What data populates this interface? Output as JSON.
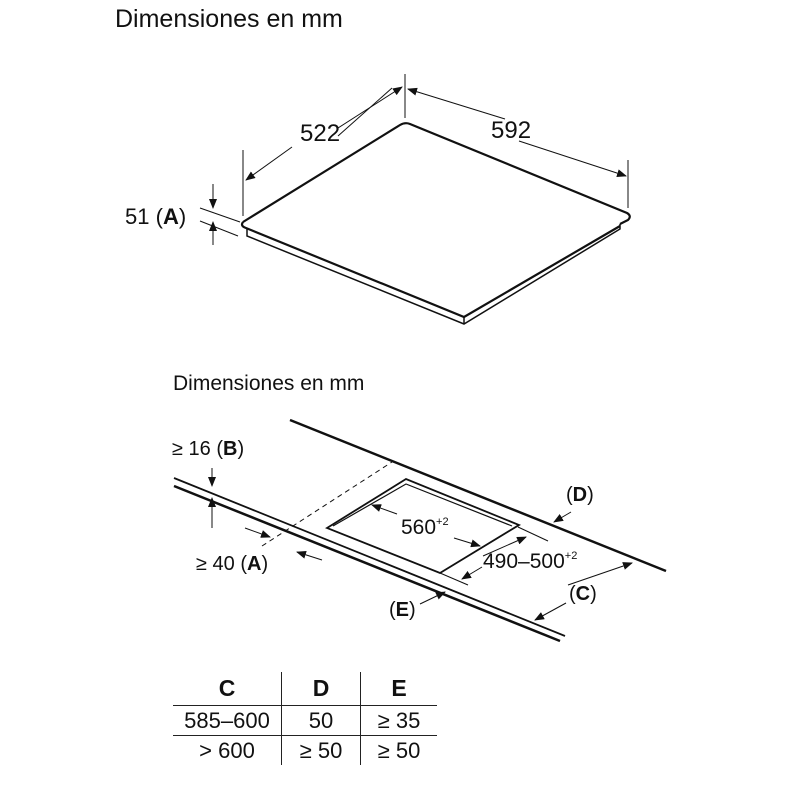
{
  "diagram1": {
    "title": "Dimensiones en mm",
    "depth": "522",
    "width": "592",
    "height": "51",
    "height_label": "A"
  },
  "diagram2": {
    "title": "Dimensiones en mm",
    "worktop_thickness": "≥ 16",
    "worktop_thickness_label": "B",
    "front_clearance": "≥ 40",
    "front_clearance_label": "A",
    "cutout_width": "560",
    "cutout_width_tol": "+2",
    "cutout_depth": "490–500",
    "cutout_depth_tol": "+2",
    "label_c": "C",
    "label_d": "D",
    "label_e": "E"
  },
  "table": {
    "headers": [
      "C",
      "D",
      "E"
    ],
    "rows": [
      [
        "585–600",
        "50",
        "≥ 35"
      ],
      [
        "> 600",
        "≥ 50",
        "≥ 50"
      ]
    ]
  }
}
